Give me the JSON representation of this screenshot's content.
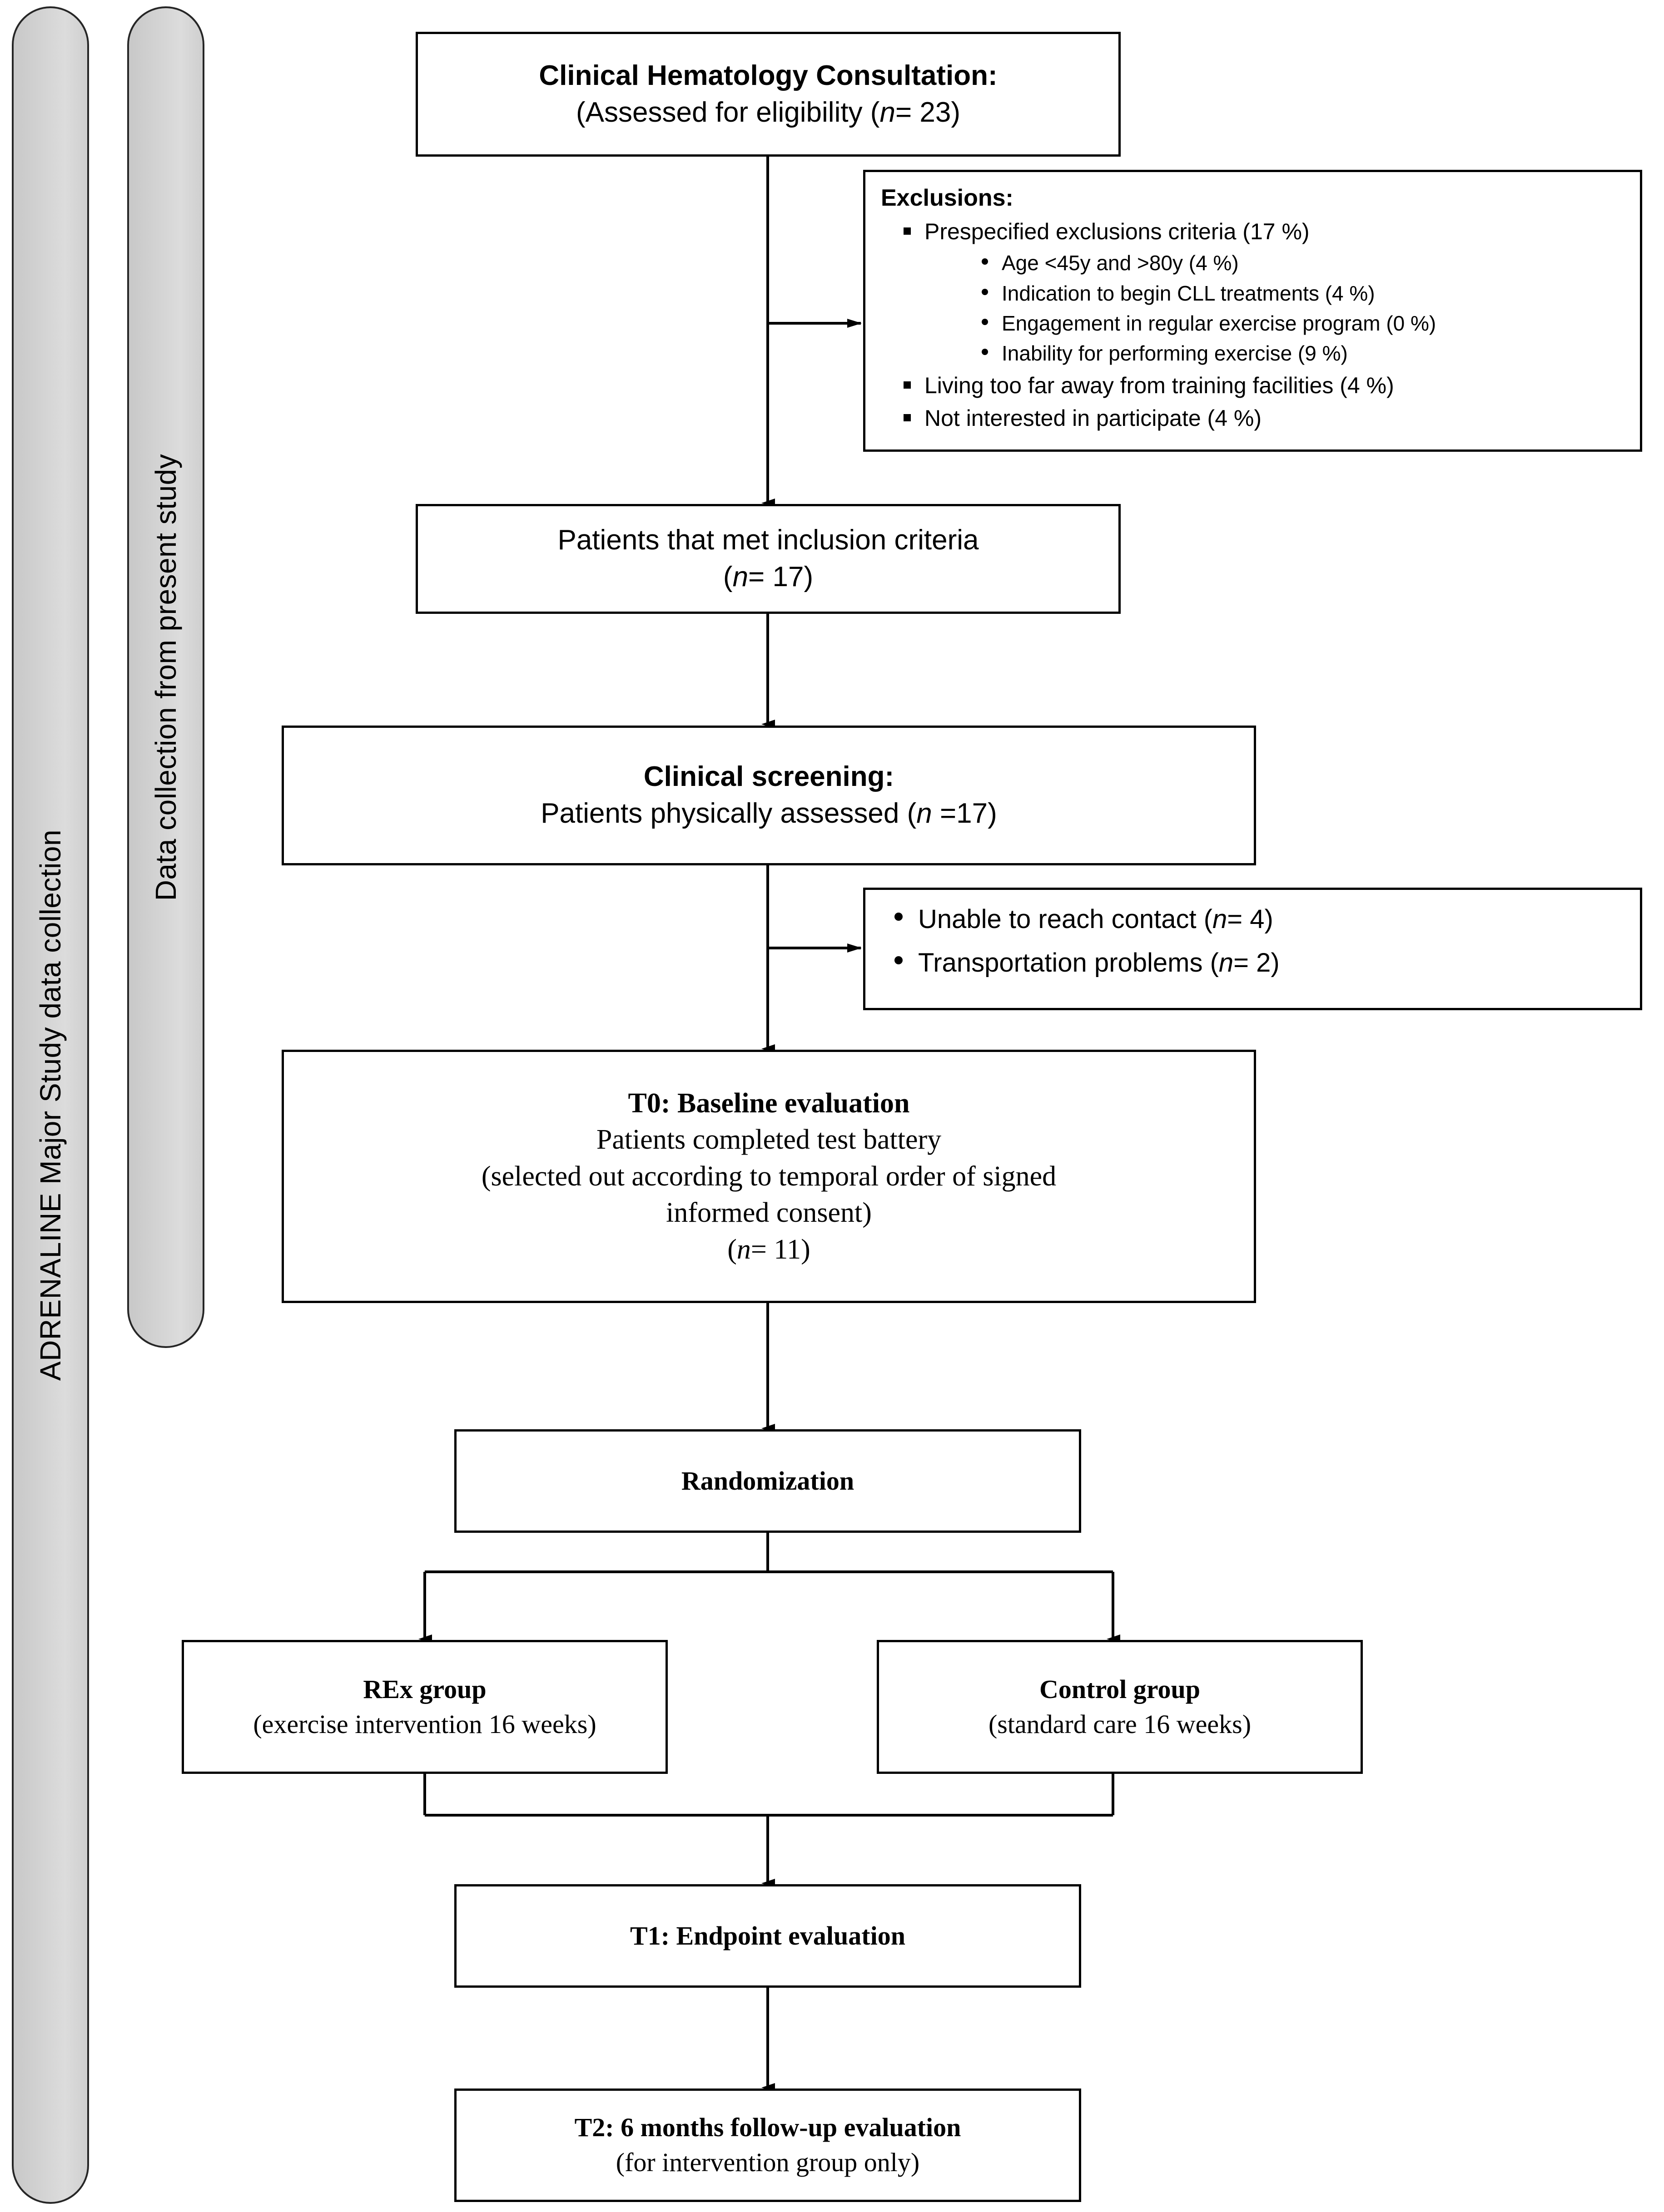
{
  "phase_bars": [
    {
      "name": "adrenaline-bar",
      "label": "ADRENALINE Major Study data collection"
    },
    {
      "name": "present-study-bar",
      "label": "Data collection from present study"
    }
  ],
  "boxes": {
    "consultation": {
      "title": "Clinical Hematology Consultation:",
      "subtitle": "(Assessed for eligibility (",
      "n_symbol": "n",
      "n_value": "= 23)"
    },
    "exclusions": {
      "heading": "Exclusions:",
      "items": [
        {
          "label": "Prespecified exclusions criteria (17 %)",
          "children": [
            "Age <45y and >80y (4 %)",
            "Indication to begin CLL treatments (4 %)",
            "Engagement in regular exercise program (0 %)",
            "Inability for performing exercise (9 %)"
          ]
        },
        {
          "label": "Living too far away from training facilities (4 %)",
          "children": []
        },
        {
          "label": "Not interested in participate (4 %)",
          "children": []
        }
      ]
    },
    "inclusion": {
      "line1": "Patients that met inclusion criteria",
      "line2_pre": "(",
      "line2_n": "n",
      "line2_post": "= 17)"
    },
    "screening": {
      "title": "Clinical screening:",
      "line2_pre": "Patients physically assessed (",
      "line2_n": "n",
      "line2_post": " =17)"
    },
    "dropouts": {
      "items": [
        {
          "pre": "Unable to reach contact (",
          "n": "n",
          "post": "= 4)"
        },
        {
          "pre": "Transportation problems (",
          "n": "n",
          "post": "= 2)"
        }
      ]
    },
    "baseline": {
      "title": "T0: Baseline evaluation",
      "line2": "Patients completed test battery",
      "line3": "(selected out according to temporal order of signed",
      "line4": "informed consent)",
      "line5_pre": "(",
      "line5_n": "n",
      "line5_post": "= 11)"
    },
    "randomization": {
      "title": "Randomization"
    },
    "rex_group": {
      "title": "REx group",
      "subtitle": "(exercise intervention 16 weeks)"
    },
    "control_group": {
      "title": "Control group",
      "subtitle": "(standard care 16 weeks)"
    },
    "endpoint": {
      "title": "T1: Endpoint evaluation"
    },
    "followup": {
      "title": "T2: 6 months follow-up evaluation",
      "subtitle": "(for intervention group only)"
    }
  },
  "colors": {
    "bar_fill": "#d4d4d4",
    "bar_border": "#262626",
    "box_border": "#000000",
    "page_background": "#ffffff",
    "text": "#000000"
  }
}
